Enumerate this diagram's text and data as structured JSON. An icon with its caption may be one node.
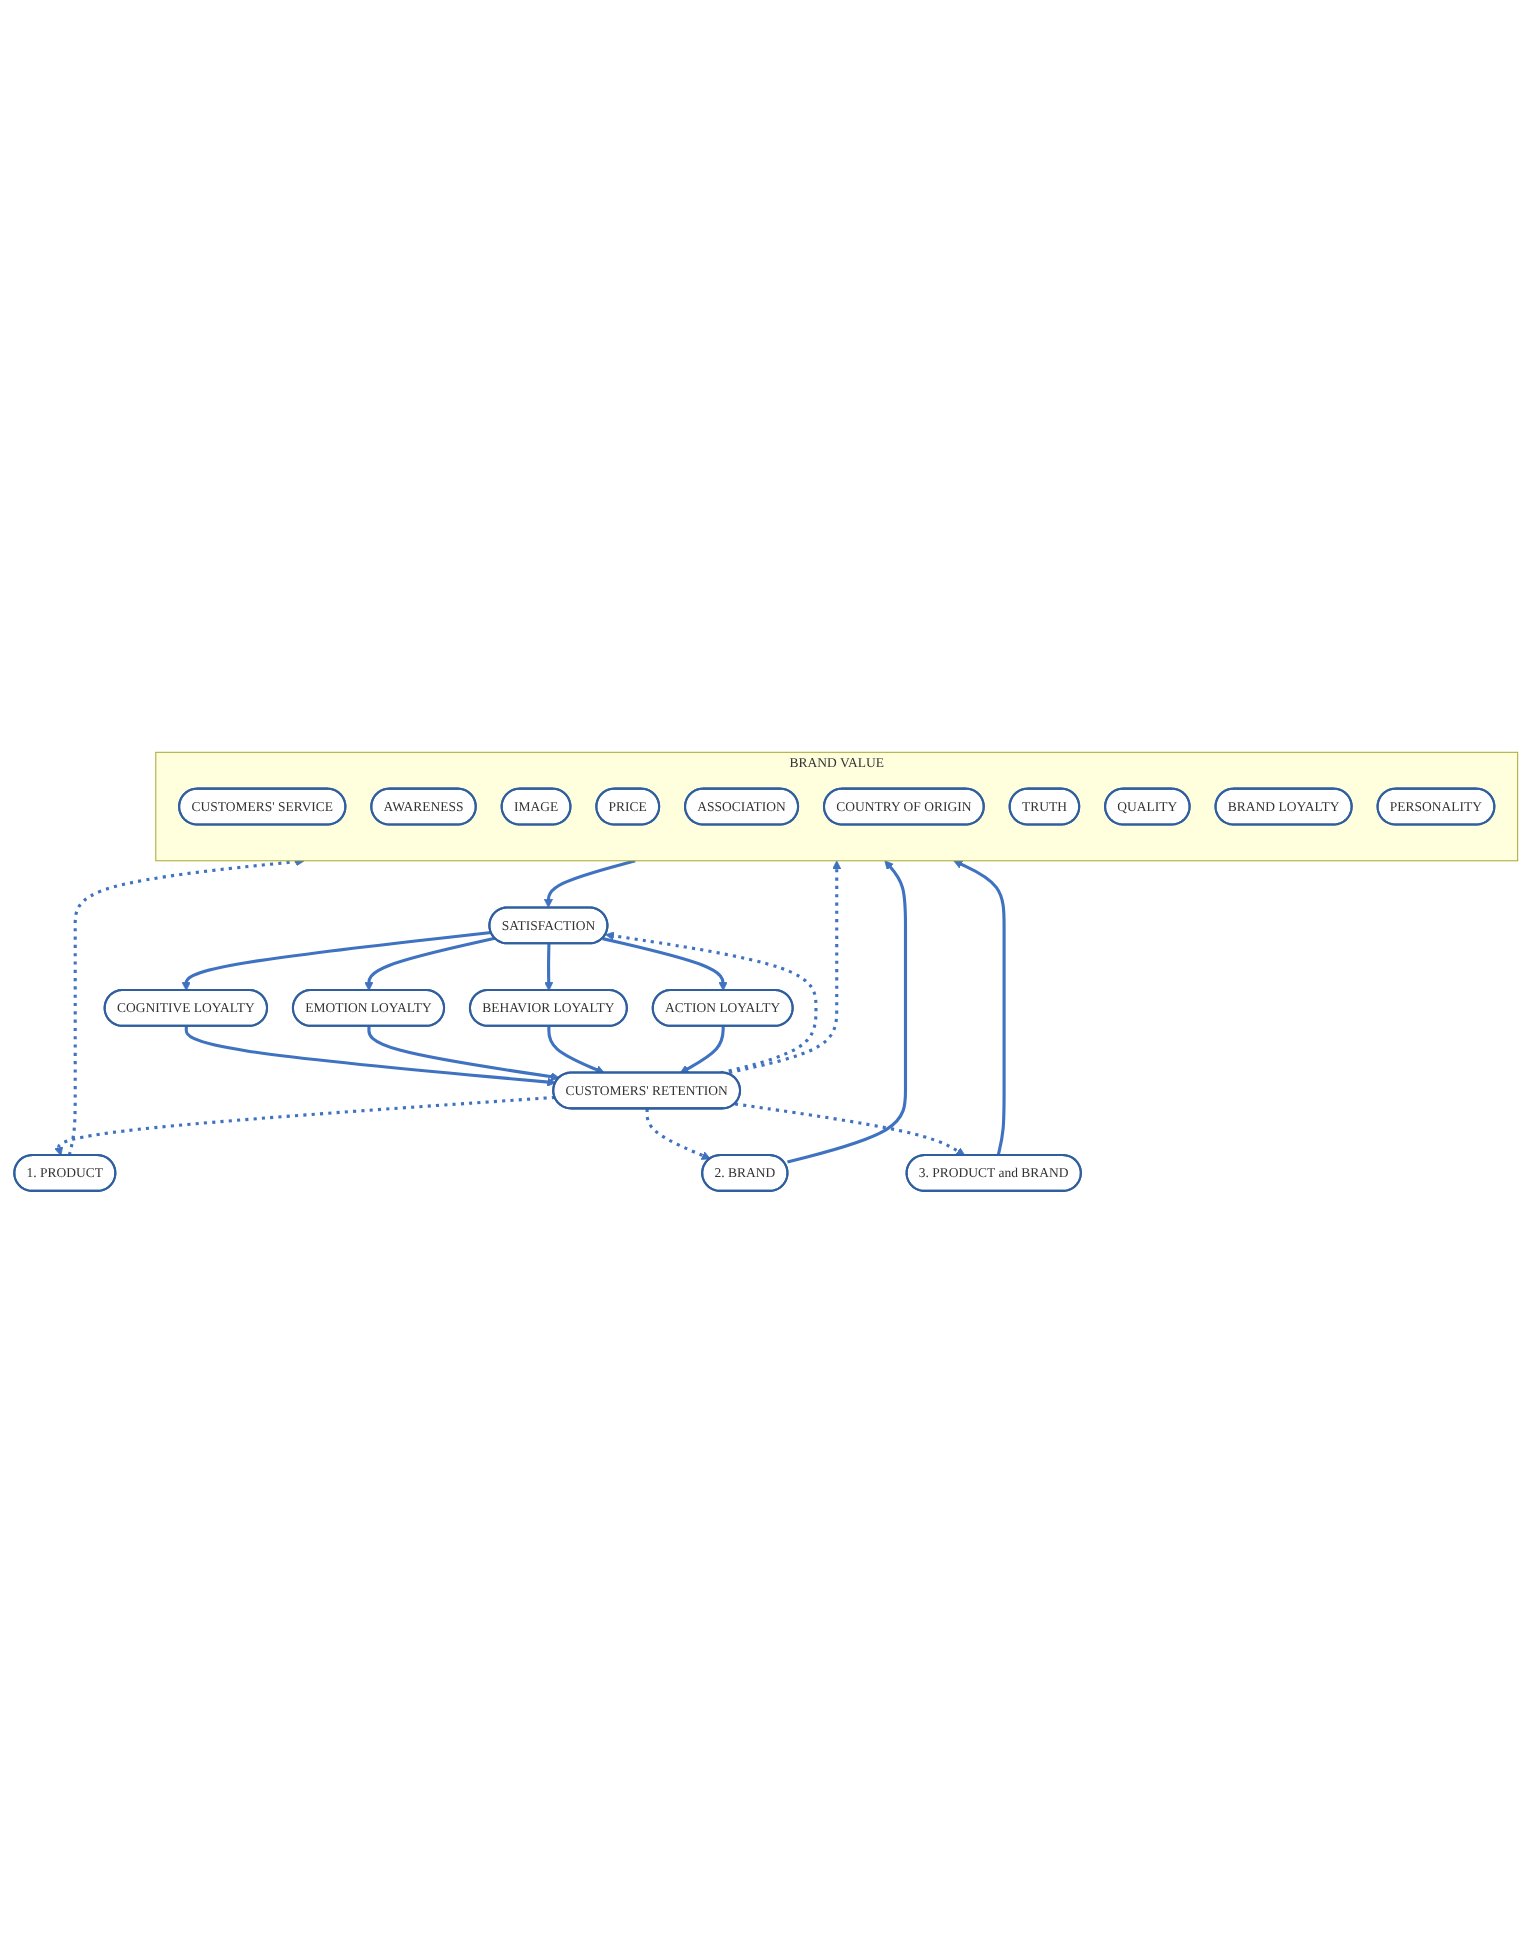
{
  "diagram": {
    "nodes": [
      {
        "text": [
          "1. PRODUCT"
        ]
      },
      {
        "text": [
          "2. BRAND"
        ]
      },
      {
        "text": [
          "3. PRODUCT and BRAND"
        ]
      },
      {
        "text": [
          "BRAND VALUE"
        ]
      },
      {
        "text": [
          "CUSTOMERS' SERVICE"
        ],
        "in": 3
      },
      {
        "text": [
          "AWARENESS"
        ],
        "in": 3
      },
      {
        "text": [
          "IMAGE"
        ],
        "in": 3
      },
      {
        "text": [
          "PRICE"
        ],
        "in": 3
      },
      {
        "text": [
          "ASSOCIATION"
        ],
        "in": 3
      },
      {
        "text": [
          "COUNTRY OF ORIGIN"
        ],
        "in": 3
      },
      {
        "text": [
          "TRUTH"
        ],
        "in": 3
      },
      {
        "text": [
          "QUALITY"
        ],
        "in": 3
      },
      {
        "text": [
          "BRAND LOYALTY"
        ],
        "in": 3
      },
      {
        "text": [
          "PERSONALITY"
        ],
        "in": 3
      },
      {
        "text": [
          "SATISFACTION"
        ]
      },
      {
        "text": [
          "COGNITIVE LOYALTY"
        ]
      },
      {
        "text": [
          "EMOTION LOYALTY"
        ]
      },
      {
        "text": [
          "BEHAVIOR LOYALTY"
        ]
      },
      {
        "text": [
          "ACTION LOYALTY"
        ]
      },
      {
        "text": [
          "CUSTOMERS' RETENTION"
        ]
      }
    ],
    "edges": [
      {
        "from": 0,
        "to": 3,
        "arrow": "to",
        "style": "dashed"
      },
      {
        "from": 1,
        "to": 3,
        "arrow": "to"
      },
      {
        "from": 2,
        "to": 3,
        "arrow": "to"
      },
      {
        "from": 3,
        "to": 14,
        "arrow": "to"
      },
      {
        "from": 14,
        "to": 15,
        "arrow": "to"
      },
      {
        "from": 14,
        "to": 16,
        "arrow": "to"
      },
      {
        "from": 14,
        "to": 17,
        "arrow": "to"
      },
      {
        "from": 14,
        "to": 18,
        "arrow": "to"
      },
      {
        "from": 15,
        "to": 19,
        "arrow": "to"
      },
      {
        "from": 16,
        "to": 19,
        "arrow": "to"
      },
      {
        "from": 17,
        "to": 19,
        "arrow": "to"
      },
      {
        "from": 18,
        "to": 19,
        "arrow": "to"
      },
      {
        "from": 19,
        "to": 14,
        "arrow": "to",
        "style": "dashed"
      },
      {
        "from": 19,
        "to": 3,
        "arrow": "to",
        "style": "dashed"
      },
      {
        "from": 19,
        "to": 0,
        "arrow": "to",
        "style": "dashed"
      },
      {
        "from": 19,
        "to": 1,
        "arrow": "to",
        "style": "dashed"
      },
      {
        "from": 19,
        "to": 2,
        "arrow": "to",
        "style": "dashed"
      }
    ]
  }
}
